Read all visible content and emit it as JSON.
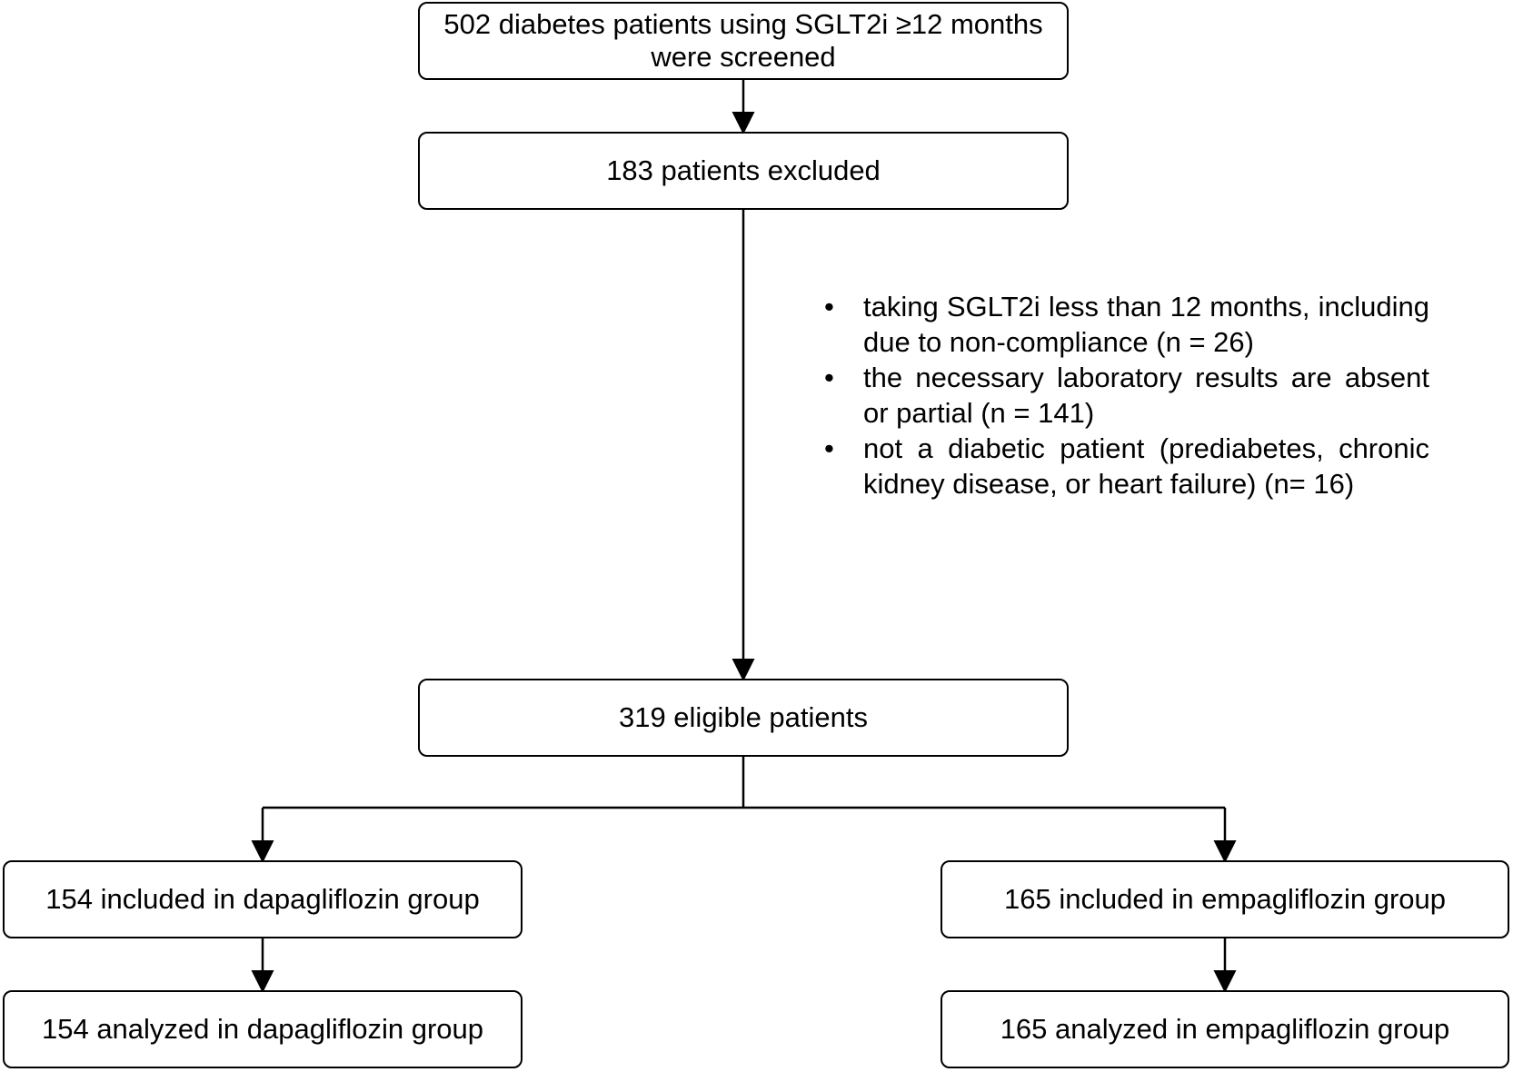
{
  "boxes": {
    "screened": "502 diabetes patients using SGLT2i ≥12 months were screened",
    "excluded": "183 patients excluded",
    "eligible": "319 eligible patients",
    "dapagliflozin_included": "154 included in dapagliflozin group",
    "empagliflozin_included": "165 included in empagliflozin group",
    "dapagliflozin_analyzed": "154 analyzed in dapagliflozin group",
    "empagliflozin_analyzed": "165 analyzed in empagliflozin group"
  },
  "exclusion_reasons": [
    "taking SGLT2i less than 12 months, including due to non-compliance (n = 26)",
    "the necessary laboratory results are absent or partial (n = 141)",
    "not a diabetic patient (prediabetes, chronic kidney disease, or heart failure) (n= 16)"
  ],
  "bullet_glyph": "•",
  "colors": {
    "line": "#000000",
    "box_border": "#000000",
    "background": "#ffffff"
  }
}
